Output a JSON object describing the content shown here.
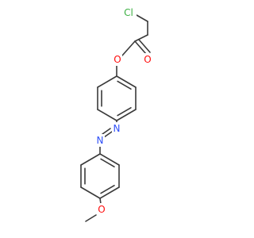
{
  "molecule": {
    "atoms": {
      "cl": {
        "label": "Cl",
        "color": "#3cb043"
      },
      "o_carbonyl": {
        "label": "O",
        "color": "#ff0d0d"
      },
      "o_ester": {
        "label": "O",
        "color": "#ff0d0d"
      },
      "n_upper": {
        "label": "N",
        "color": "#3050f8"
      },
      "n_lower": {
        "label": "N",
        "color": "#3050f8"
      },
      "o_methoxy": {
        "label": "O",
        "color": "#ff0d0d"
      }
    },
    "bond_color": "#3a3a3a",
    "background": "#ffffff"
  }
}
